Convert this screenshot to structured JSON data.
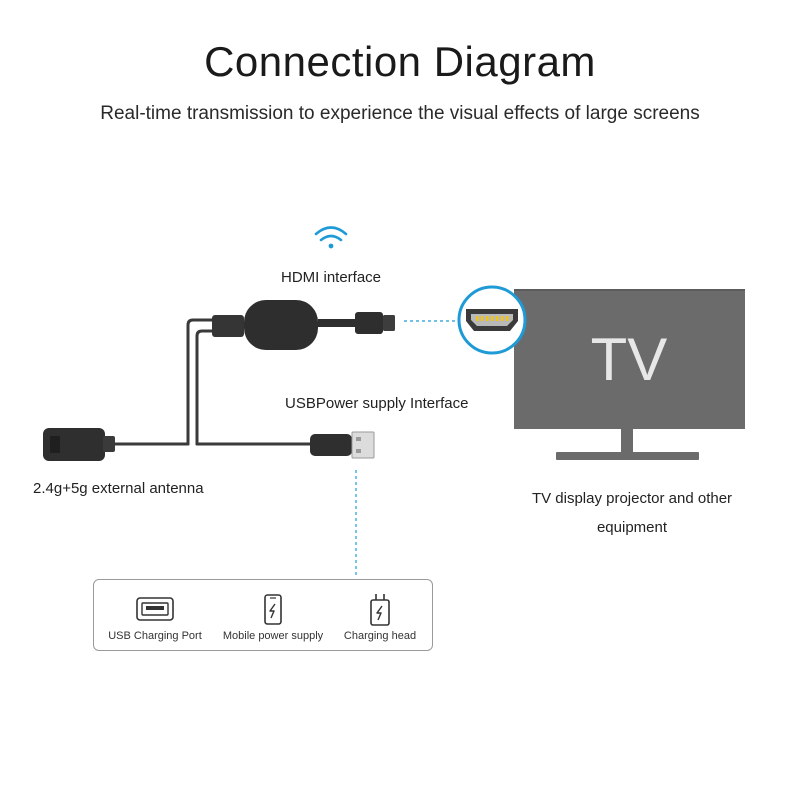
{
  "title": "Connection Diagram",
  "subtitle": "Real-time transmission to experience the visual effects of large screens",
  "labels": {
    "hdmi": "HDMI interface",
    "usb_power": "USBPower supply Interface",
    "antenna": "2.4g+5g external antenna",
    "tv_equipment": "TV display projector and other equipment",
    "tv_screen": "TV"
  },
  "power_options": [
    {
      "label": "USB Charging Port",
      "icon": "usb-port-icon"
    },
    {
      "label": "Mobile power supply",
      "icon": "power-bank-icon"
    },
    {
      "label": "Charging head",
      "icon": "charging-head-icon"
    }
  ],
  "colors": {
    "accent": "#1e9bd7",
    "tv": "#6b6b6b",
    "cable": "#3a3a3a",
    "dongle": "#2e2e2e"
  }
}
